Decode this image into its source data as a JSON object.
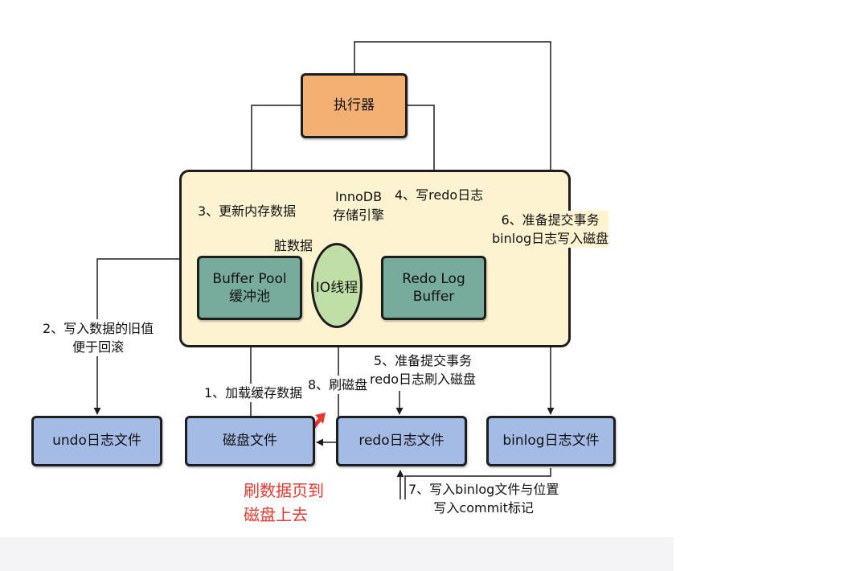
{
  "boxes": {
    "executor": "执行器",
    "buffer_pool_line1": "Buffer Pool",
    "buffer_pool_line2": "缓冲池",
    "redo_log_buffer_line1": "Redo Log",
    "redo_log_buffer_line2": "Buffer",
    "io_thread": "IO线程",
    "undo_file": "undo日志文件",
    "disk_file": "磁盘文件",
    "redo_file": "redo日志文件",
    "binlog_file": "binlog日志文件"
  },
  "labels": {
    "innodb_line1": "InnoDB",
    "innodb_line2": "存储引擎",
    "step1": "1、加载缓存数据",
    "step2_line1": "2、写入数据的旧值",
    "step2_line2": "便于回滚",
    "step3": "3、更新内存数据",
    "dirty_data": "脏数据",
    "step4": "4、写redo日志",
    "step5_line1": "5、准备提交事务",
    "step5_line2": "redo日志刷入磁盘",
    "step6_line1": "6、准备提交事务",
    "step6_line2": "binlog日志写入磁盘",
    "step7_line1": "7、写入binlog文件与位置",
    "step7_line2": "写入commit标记",
    "step8": "8、刷磁盘"
  },
  "annotation": {
    "line1": "刷数据页到",
    "line2": "磁盘上去"
  },
  "colors": {
    "executor": "#f4b073",
    "engine": "#fdf3d0",
    "memory_box": "#77ab9c",
    "io_thread": "#c0dfa6",
    "file_box": "#a4bbe6",
    "annotation": "#e8382f"
  }
}
